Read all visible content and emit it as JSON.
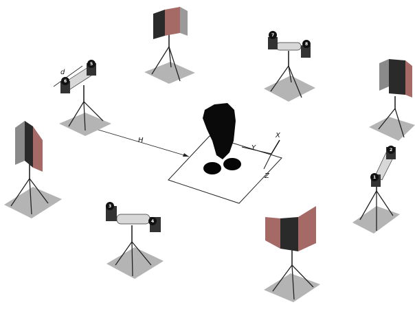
{
  "dimensions": {
    "h": "H",
    "d": "d",
    "x": "X",
    "y": "Y",
    "z": "Z"
  },
  "camera_pairs": [
    {
      "name": "top-right",
      "left": "7",
      "right": "8"
    },
    {
      "name": "upper-left",
      "left": "6",
      "right": "5"
    },
    {
      "name": "bottom-center",
      "left": "3",
      "right": "4"
    },
    {
      "name": "right",
      "left": "1",
      "right": "2"
    }
  ],
  "colors": {
    "floor": "#b4b4b4",
    "floor_shadow": "#8c8c8c",
    "panel_dark": "#2a2a2a",
    "panel_red": "#a56a66",
    "panel_gray": "#8a8a8a",
    "camera_body": "#d8d8d8",
    "lens": "#222222",
    "subject": "#0a0a0a"
  }
}
